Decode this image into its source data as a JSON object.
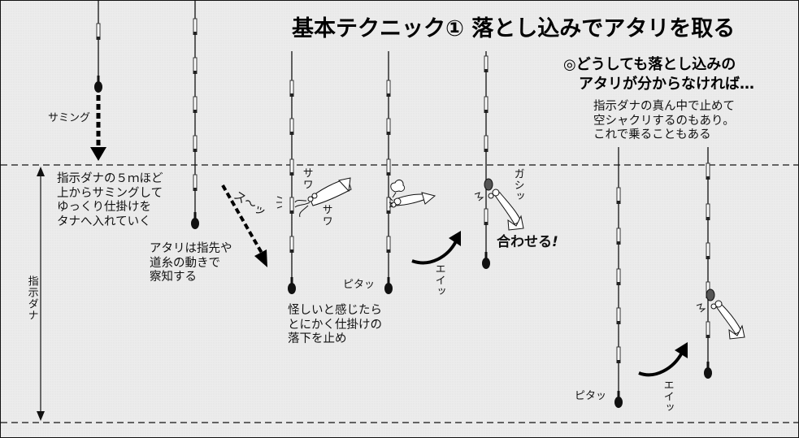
{
  "title": "基本テクニック① 落とし込みでアタリを取る",
  "side_tip": {
    "heading_line1": "◎どうしても落とし込みの",
    "heading_line2": "アタリが分からなければ…",
    "body": "指示ダナの真ん中で止めて\n空シャクリするのもあり。\nこれで乗ることもある"
  },
  "depth_label": "指示ダナ",
  "steps": {
    "thumbing_label": "サミング",
    "step1_note": "指示ダナの５ｍほど\n上からサミングして\nゆっくり仕掛けを\nタナへ入れていく",
    "step2_note": "アタリは指先や\n道糸の動きで\n察知する",
    "fall_sound": "ス〜ッ",
    "sawa1": "サワ",
    "sawa2": "サワ",
    "step3_note": "怪しいと感じたら\nとにかく仕掛けの\n落下を止め",
    "pita1": "ピタッ",
    "eitsu1": "エイッ",
    "gashi": "ガシッ",
    "set_hook": "合わせる",
    "set_hook_mark": "!",
    "pita2": "ピタッ",
    "eitsu2": "エイッ"
  },
  "colors": {
    "background": "#ececec",
    "line": "#111111",
    "text": "#111111"
  }
}
